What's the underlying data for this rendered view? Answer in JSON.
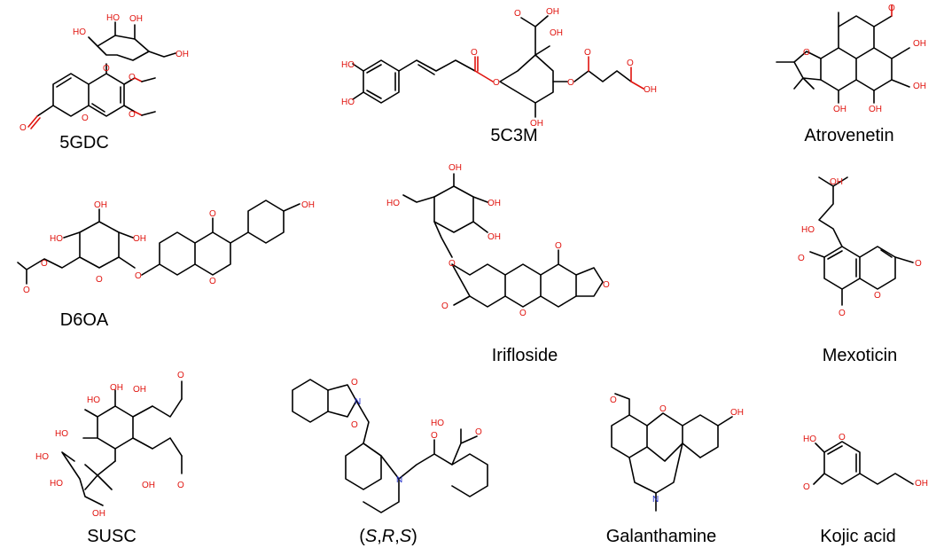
{
  "colors": {
    "background": "#ffffff",
    "bond": "#000000",
    "oxygen": "#e0140f",
    "nitrogen": "#1f2cc8",
    "label": "#000000"
  },
  "atoms": {
    "hydroxyl": "OH",
    "hydroxyl_left": "HO",
    "oxygen": "O",
    "nitrogen": "N"
  },
  "molecules": [
    {
      "id": "5gdc",
      "label": "5GDC"
    },
    {
      "id": "5c3m",
      "label": "5C3M"
    },
    {
      "id": "atrovenetin",
      "label": "Atrovenetin"
    },
    {
      "id": "d6oa",
      "label": "D6OA"
    },
    {
      "id": "irifloside",
      "label": "Irifloside"
    },
    {
      "id": "mexoticin",
      "label": "Mexoticin"
    },
    {
      "id": "susc",
      "label": "SUSC"
    },
    {
      "id": "srs",
      "label_parts": [
        "(",
        "S",
        ",",
        "R",
        ",",
        "S",
        ")"
      ]
    },
    {
      "id": "galanthamine",
      "label": "Galanthamine"
    },
    {
      "id": "kojic",
      "label": "Kojic acid"
    }
  ]
}
